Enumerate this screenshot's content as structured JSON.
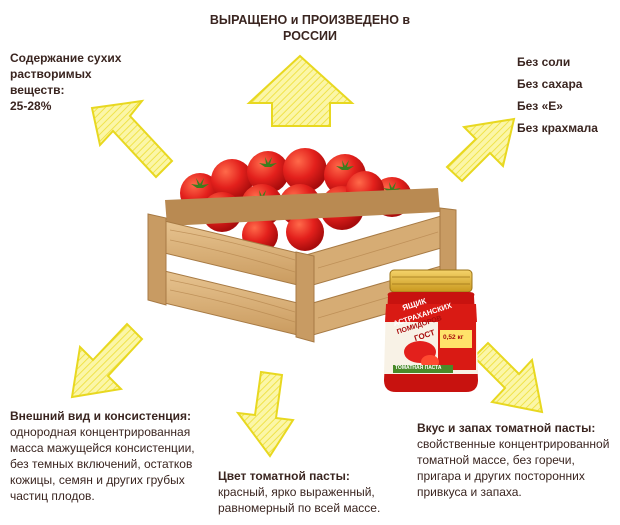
{
  "top": {
    "line1": "ВЫРАЩЕНО и ПРОИЗВЕДЕНО в",
    "line2": "РОССИИ"
  },
  "solids": {
    "line1": "Содержание сухих",
    "line2": "растворимых",
    "line3": "веществ:",
    "value": "25-28%"
  },
  "without": {
    "items": [
      "Без соли",
      "Без сахара",
      "Без «Е»",
      "Без крахмала"
    ]
  },
  "appearance": {
    "heading": "Внешний вид и консистенция:",
    "lines": [
      "однородная концентрированная",
      "масса мажущейся консистенции,",
      "без темных включений, остатков",
      "кожицы, семян и других грубых",
      "частиц плодов."
    ]
  },
  "color": {
    "heading": "Цвет томатной пасты:",
    "lines": [
      "красный, ярко выраженный,",
      "равномерный по всей массе."
    ]
  },
  "taste": {
    "heading": "Вкус и запах томатной пасты:",
    "lines": [
      "свойственные концентрированной",
      "томатной массе, без горечи,",
      "пригара и других посторонних",
      "привкуса и запаха."
    ]
  },
  "jar": {
    "brand_line1": "ЯЩИК",
    "brand_line2": "АСТРАХАНСКИХ",
    "brand_line3": "ПОМИДОРОВ",
    "gost": "ГОСТ",
    "product": "ТОМАТНАЯ ПАСТА",
    "weight": "0,52 кг"
  },
  "colors": {
    "arrow_fill": "#f6ee6a",
    "arrow_stroke": "#e8d820",
    "tomato": "#e3201c",
    "wood": "#d9b07a",
    "text": "#3a2520"
  }
}
